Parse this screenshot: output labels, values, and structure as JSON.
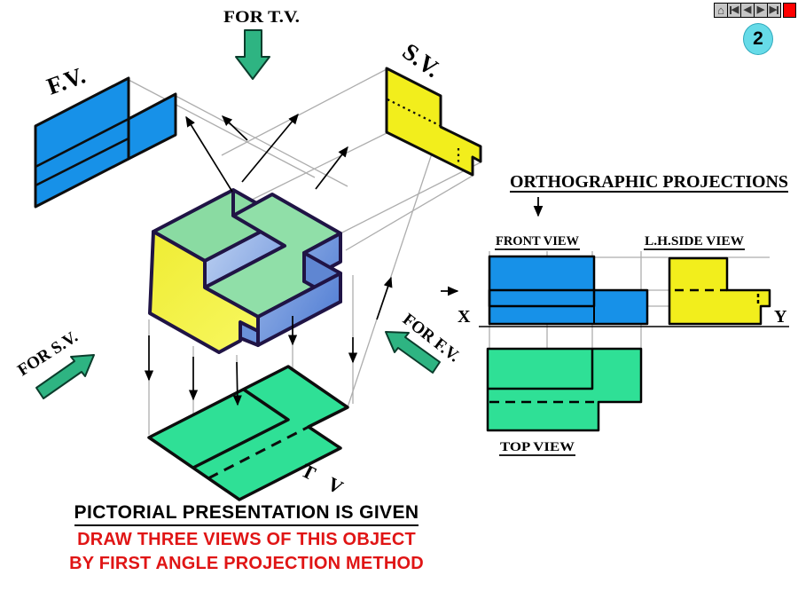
{
  "slide": {
    "page_number": "2",
    "pictorial": {
      "label_for_tv": "FOR T.V.",
      "label_fv_plane": "F.V.",
      "label_sv_plane": "S.V.",
      "label_for_sv": "FOR S.V.",
      "label_for_fv": "FOR F.V.",
      "label_tv_plane": "T V"
    },
    "orthographic": {
      "heading": "ORTHOGRAPHIC PROJECTIONS",
      "front_view_label": "FRONT VIEW",
      "side_view_label": "L.H.SIDE VIEW",
      "top_view_label": "TOP VIEW",
      "axis_x": "X",
      "axis_y": "Y"
    },
    "footer": {
      "line1": "PICTORIAL PRESENTATION IS GIVEN",
      "line2": "DRAW THREE VIEWS OF THIS OBJECT",
      "line3": "BY FIRST ANGLE PROJECTION METHOD"
    },
    "colors": {
      "front_view_blue": "#1791E8",
      "side_view_yellow": "#F2EE1C",
      "top_view_green": "#2FE096",
      "arrow_green": "#2EB482",
      "label_red": "#DD1111",
      "label_purple": "#8E1FB3",
      "page_circle_cyan": "#66DBE8",
      "nav_red": "#FF0000"
    }
  },
  "nav": {
    "buttons": [
      {
        "name": "home",
        "glyph": "⌂"
      },
      {
        "name": "first",
        "glyph": "◀"
      },
      {
        "name": "previous",
        "glyph": "◀"
      },
      {
        "name": "next",
        "glyph": "▶"
      },
      {
        "name": "last",
        "glyph": "▶"
      },
      {
        "name": "stop",
        "glyph": ""
      }
    ]
  }
}
